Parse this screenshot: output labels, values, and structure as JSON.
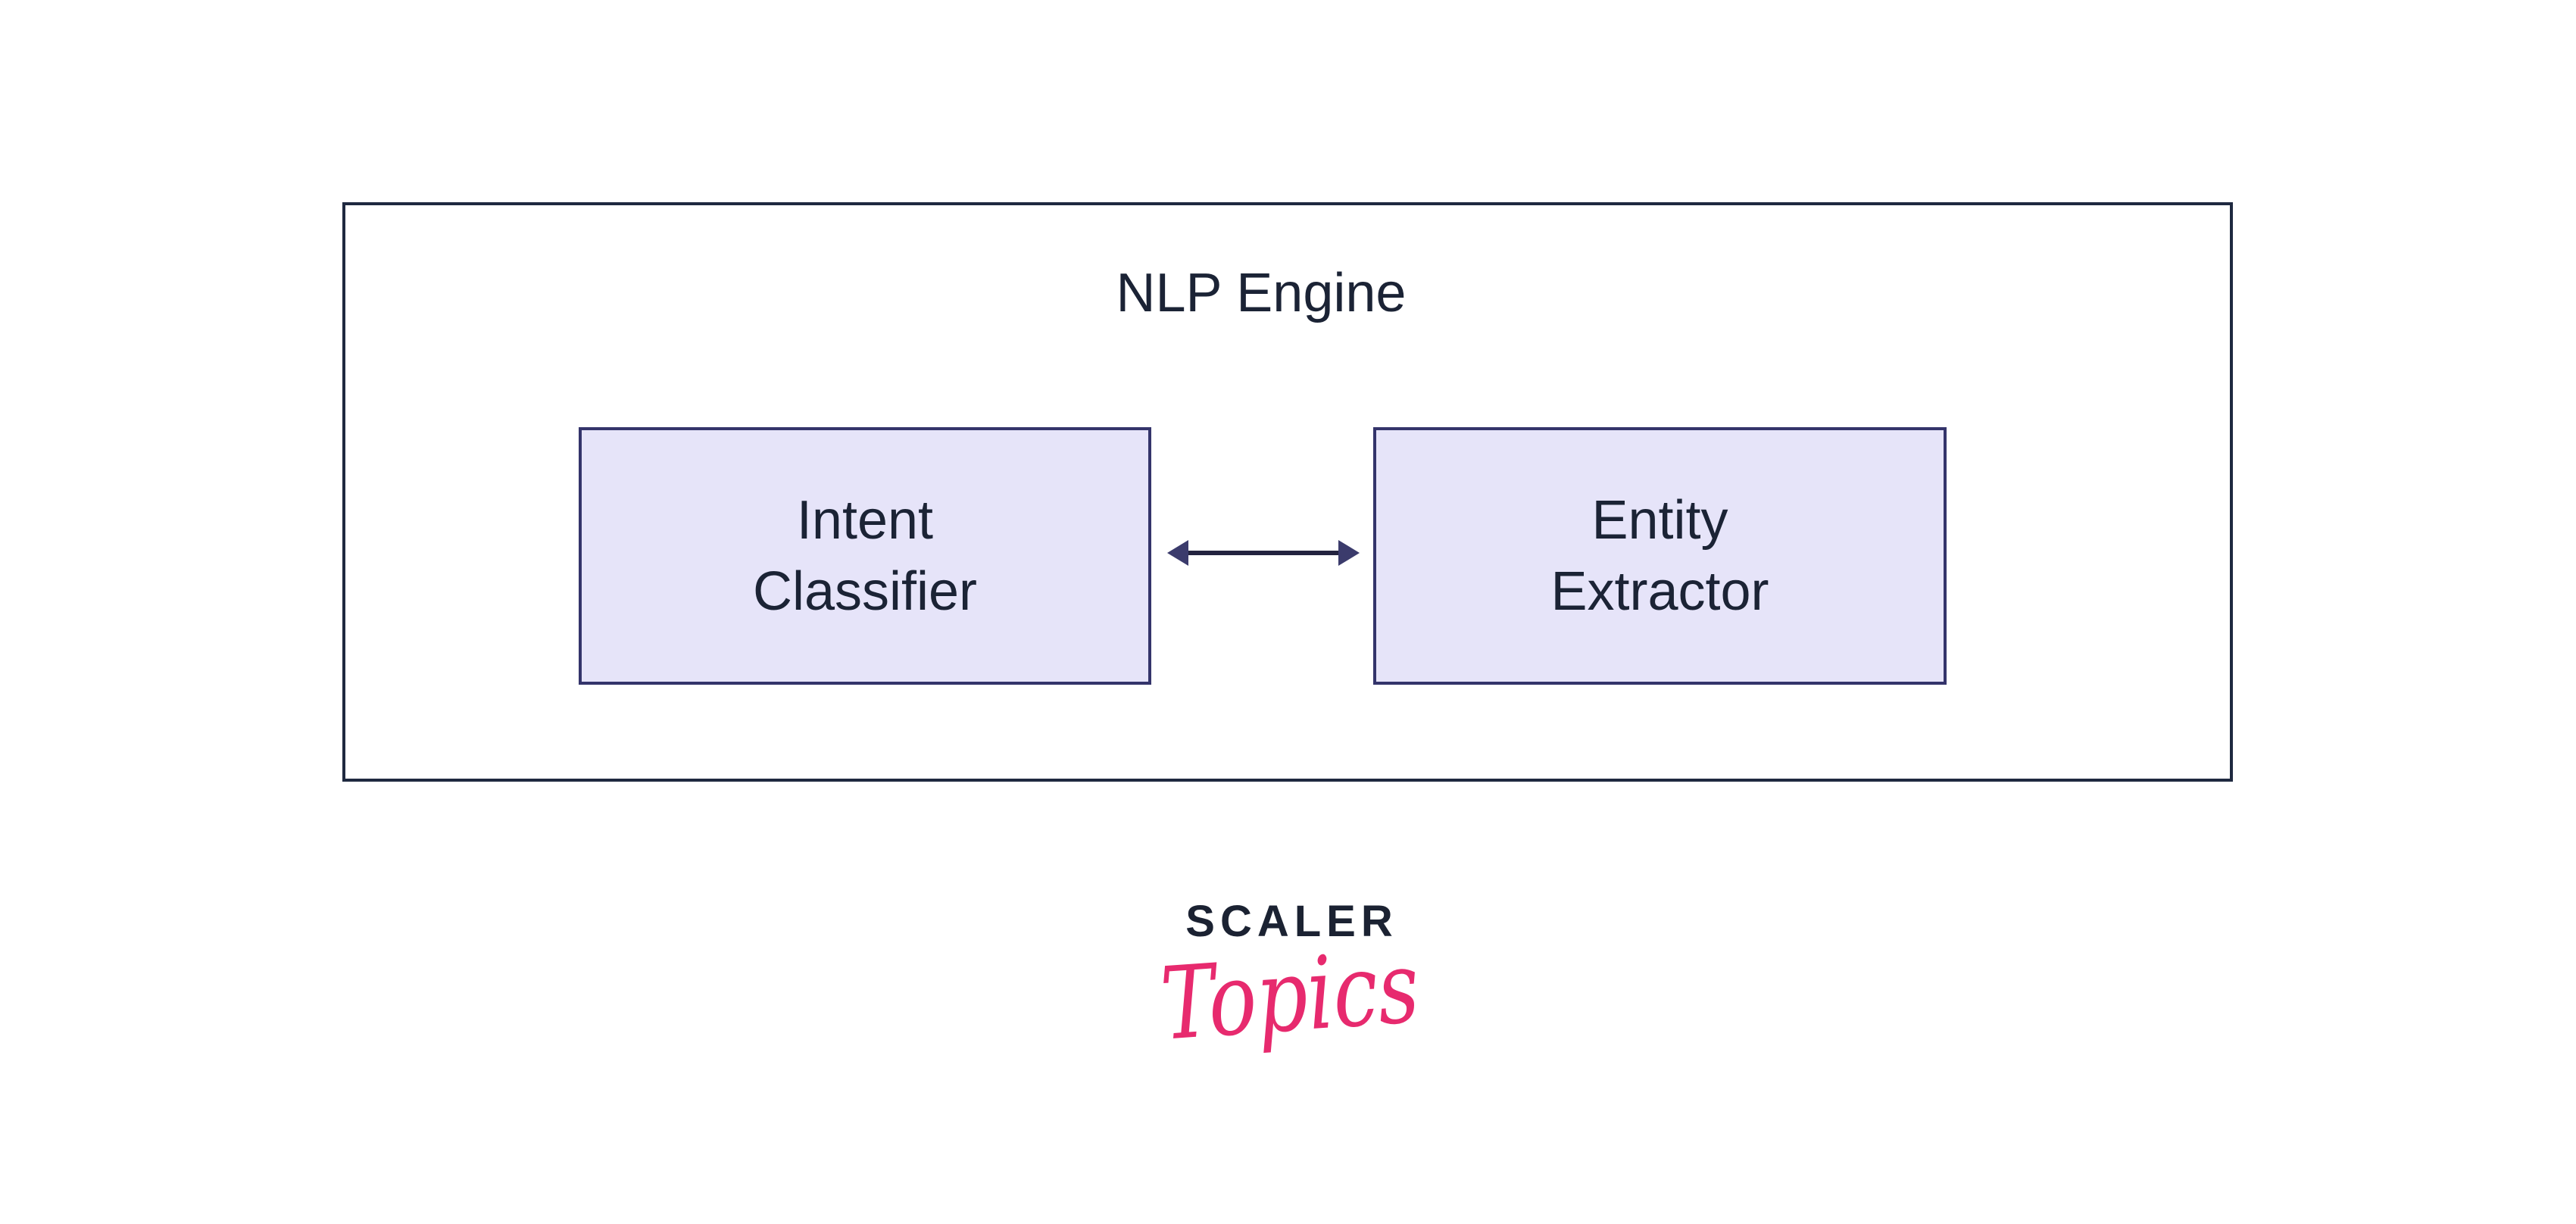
{
  "diagram": {
    "container_label": "NLP Engine",
    "nodes": [
      {
        "id": "intent-classifier",
        "lines": [
          "Intent",
          "Classifier"
        ]
      },
      {
        "id": "entity-extractor",
        "lines": [
          "Entity",
          "Extractor"
        ]
      }
    ],
    "connector": {
      "type": "double-headed-arrow",
      "between": [
        "intent-classifier",
        "entity-extractor"
      ]
    }
  },
  "logo": {
    "brand": "SCALER",
    "sub": "Topics"
  },
  "colors": {
    "ink": "#1b2335",
    "outer_border": "#1f2940",
    "node_fill": "#e6e4f9",
    "node_border": "#34346b",
    "arrow_line": "#23233f",
    "arrow_head": "#3b3b6c",
    "brand_navy": "#1b2232",
    "brand_pink": "#e72a6e",
    "background": "#ffffff"
  }
}
